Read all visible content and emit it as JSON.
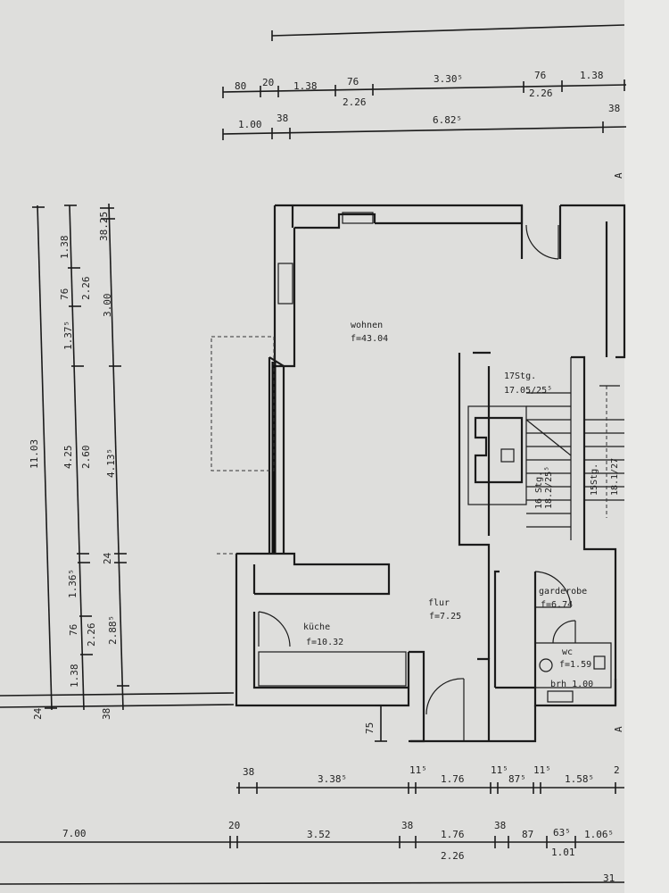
{
  "rooms": {
    "wohnen": {
      "name": "wohnen",
      "area": "f=43.04"
    },
    "kueche": {
      "name": "küche",
      "area": "f=10.32"
    },
    "flur": {
      "name": "flur",
      "area": "f=7.25"
    },
    "garderobe": {
      "name": "garderobe",
      "area": "f=6.74"
    },
    "wc": {
      "name": "wc",
      "area": "f=1.59",
      "brh": "brh 1.00"
    }
  },
  "stairs": {
    "top_label_1": "17Stg.",
    "top_label_2": "17.05/25⁵",
    "inner_label_1": "16 Stg.",
    "inner_label_2": "18.2/25⁵",
    "right_label_1": "15Stg.",
    "right_label_2": "18.1/27"
  },
  "dims_top_row1": [
    "80",
    "20",
    "1.38",
    "76",
    "3.30⁵",
    "76",
    "1.38"
  ],
  "dims_top_row1_sub": [
    "2.26",
    "2.26"
  ],
  "dims_top_row2": [
    "1.00",
    "38",
    "6.82⁵",
    "38"
  ],
  "dims_left_inner": [
    "1.38",
    "76",
    "1.37⁵",
    "4.25",
    "1.36⁵",
    "76",
    "1.38"
  ],
  "dims_left_inner_sub": [
    "2.26",
    "2.60",
    "2.26"
  ],
  "dims_left_right": [
    "38.25",
    "3.00",
    "4.13⁵",
    "24",
    "2.88⁵"
  ],
  "dims_left_outer": [
    "11.03"
  ],
  "dims_left_bottom": [
    "24",
    "38"
  ],
  "dims_bottom_row1": [
    "38",
    "3.38⁵",
    "11⁵",
    "1.76",
    "11⁵",
    "87⁵",
    "11⁵",
    "1.58⁵",
    "2"
  ],
  "dims_bottom_row2": [
    "7.00",
    "20",
    "3.52",
    "38",
    "1.76",
    "38",
    "87",
    "63⁵",
    "1.06⁵"
  ],
  "dims_bottom_row2_sub": [
    "2.26",
    "1.01"
  ],
  "dim_75": "75",
  "section_marks": [
    "A",
    "A"
  ],
  "page_number": "31"
}
